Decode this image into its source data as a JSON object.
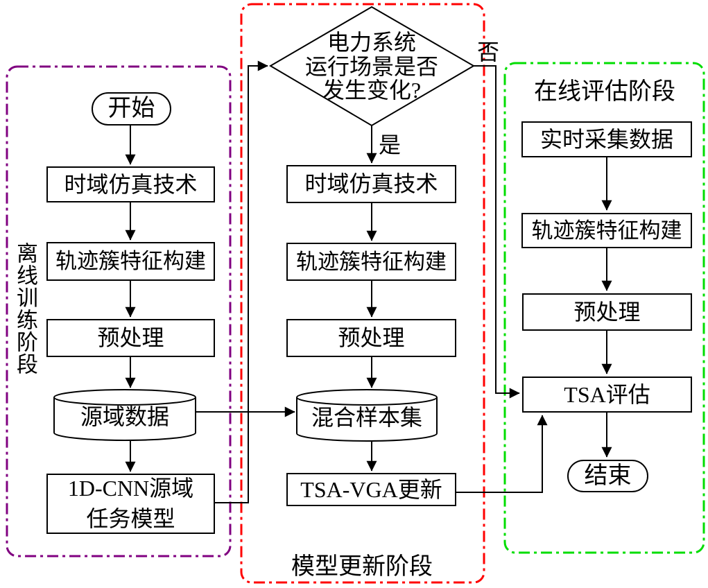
{
  "colors": {
    "offline_border": "#800080",
    "update_border": "#ff0000",
    "online_border": "#00dd00",
    "node_border": "#000000",
    "connector": "#000000"
  },
  "offline": {
    "stage_label": "离线训练阶段",
    "start": "开始",
    "step1": "时域仿真技术",
    "step2": "轨迹簇特征构建",
    "step3": "预处理",
    "datastore": "源域数据",
    "model_line1": "1D-CNN源域",
    "model_line2": "任务模型"
  },
  "update": {
    "stage_label": "模型更新阶段",
    "decision_line1": "电力系统",
    "decision_line2": "运行场景是否",
    "decision_line3": "发生变化?",
    "yes_label": "是",
    "no_label": "否",
    "step1": "时域仿真技术",
    "step2": "轨迹簇特征构建",
    "step3": "预处理",
    "datastore": "混合样本集",
    "update_step": "TSA-VGA更新"
  },
  "online": {
    "stage_label": "在线评估阶段",
    "step1": "实时采集数据",
    "step2": "轨迹簇特征构建",
    "step3": "预处理",
    "step4": "TSA评估",
    "end": "结束"
  }
}
